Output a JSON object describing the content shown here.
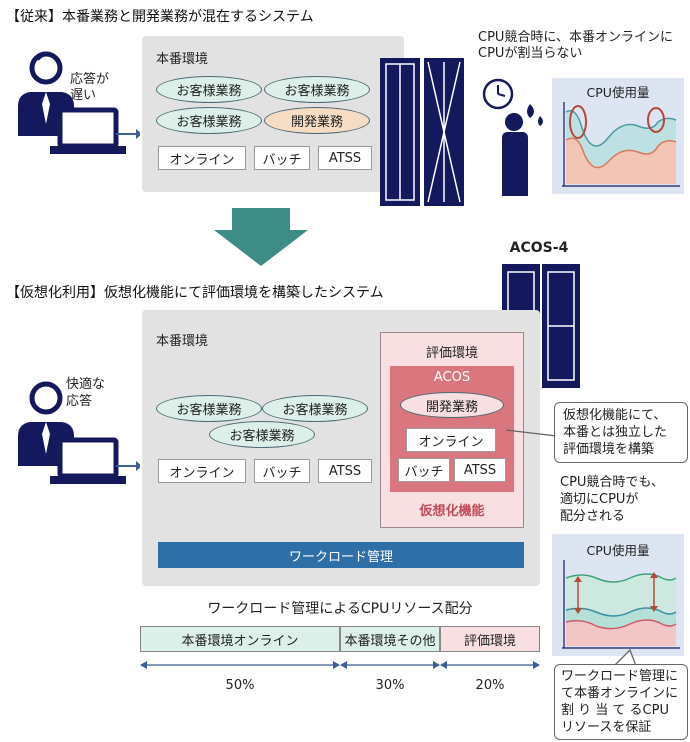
{
  "top": {
    "title": "【従来】本番業務と開発業務が混在するシステム",
    "panel_label": "本番環境",
    "ellipses": [
      "お客様業務",
      "お客様業務",
      "お客様業務",
      "開発業務"
    ],
    "boxes": [
      "オンライン",
      "バッチ",
      "ATSS"
    ],
    "user_note_line1": "応答が",
    "user_note_line2": "遅い",
    "cpu_note_line1": "CPU競合時に、本番オンラインに",
    "cpu_note_line2": "CPUが割当らない",
    "chart_title": "CPU使用量"
  },
  "bottom": {
    "title": "【仮想化利用】仮想化機能にて評価環境を構築したシステム",
    "server_label": "ACOS-4",
    "panel_label": "本番環境",
    "ellipses": [
      "お客様業務",
      "お客様業務",
      "お客様業務"
    ],
    "boxes": [
      "オンライン",
      "バッチ",
      "ATSS"
    ],
    "user_note_line1": "快適な",
    "user_note_line2": "応答",
    "eval": {
      "label": "評価環境",
      "acos_label": "ACOS",
      "dev_ellipse": "開発業務",
      "online": "オンライン",
      "batch": "バッチ",
      "atss": "ATSS",
      "virt_label": "仮想化機能"
    },
    "callout1": [
      "仮想化機能にて、",
      "本番とは独立した",
      "評価環境を構築"
    ],
    "cpu_note": [
      "CPU競合時でも、",
      "適切にCPUが",
      "配分される"
    ],
    "chart_title": "CPU使用量",
    "workload_bar": "ワークロード管理",
    "alloc_title": "ワークロード管理によるCPUリソース配分",
    "alloc_segments": [
      {
        "label": "本番環境オンライン",
        "pct": "50%",
        "color": "#dcefe9"
      },
      {
        "label": "本番環境その他",
        "pct": "30%",
        "color": "#dcefe9"
      },
      {
        "label": "評価環境",
        "pct": "20%",
        "color": "#f7dfe2"
      }
    ],
    "callout2": [
      "ワークロード管理に",
      "て本番オンラインに",
      "割 り 当 て るCPU",
      "リソースを保証"
    ]
  },
  "colors": {
    "navy": "#14195e",
    "teal_arrow": "#3e8c86",
    "acos_red": "#d9767e",
    "acos_bg": "#f7dfe2",
    "workload_blue": "#2f6fa8",
    "chart_bg": "#dde5f2"
  }
}
